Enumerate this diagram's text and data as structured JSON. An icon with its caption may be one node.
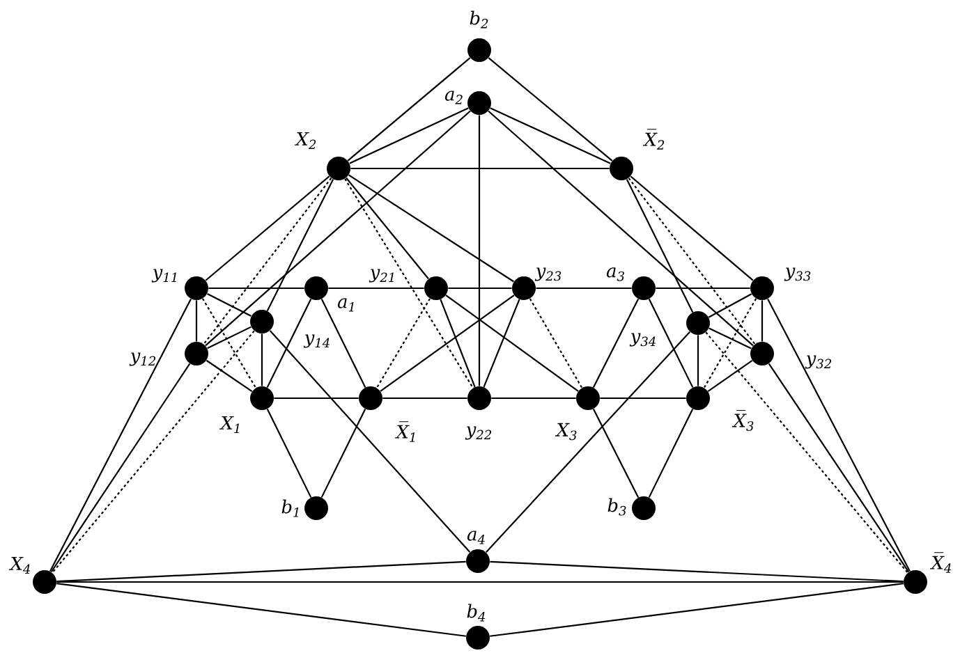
{
  "diagram": {
    "nodes": [
      {
        "text": [],
        "shape": "circle",
        "beside": [
          "b$_{2}$"
        ]
      },
      {
        "text": [],
        "shape": "circle",
        "beside": [
          "a$_{2}$"
        ]
      },
      {
        "text": [],
        "shape": "circle",
        "beside": [
          "X$_{2}$"
        ]
      },
      {
        "text": [],
        "shape": "circle",
        "beside": [
          "X̅$_{2}$"
        ]
      },
      {
        "text": [],
        "shape": "circle",
        "beside": [
          "y$_{11}$"
        ]
      },
      {
        "text": [],
        "shape": "circle",
        "beside": [
          "a$_{1}$"
        ]
      },
      {
        "text": [],
        "shape": "circle",
        "beside": [
          "y$_{21}$"
        ]
      },
      {
        "text": [],
        "shape": "circle",
        "beside": [
          "y$_{23}$"
        ]
      },
      {
        "text": [],
        "shape": "circle",
        "beside": [
          "a$_{3}$"
        ]
      },
      {
        "text": [],
        "shape": "circle",
        "beside": [
          "y$_{33}$"
        ]
      },
      {
        "text": [],
        "shape": "circle",
        "beside": [
          "y$_{14}$"
        ]
      },
      {
        "text": [],
        "shape": "circle",
        "beside": [
          "y$_{34}$"
        ]
      },
      {
        "text": [],
        "shape": "circle",
        "beside": [
          "y$_{12}$"
        ]
      },
      {
        "text": [],
        "shape": "circle",
        "beside": [
          "y$_{32}$"
        ]
      },
      {
        "text": [],
        "shape": "circle",
        "beside": [
          "X$_{1}$"
        ]
      },
      {
        "text": [],
        "shape": "circle",
        "beside": [
          "X̅$_{1}$"
        ]
      },
      {
        "text": [],
        "shape": "circle",
        "beside": [
          "y$_{22}$"
        ]
      },
      {
        "text": [],
        "shape": "circle",
        "beside": [
          "X$_{3}$"
        ]
      },
      {
        "text": [],
        "shape": "circle",
        "beside": [
          "X̅$_{3}$"
        ]
      },
      {
        "text": [],
        "shape": "circle",
        "beside": [
          "b$_{1}$"
        ]
      },
      {
        "text": [],
        "shape": "circle",
        "beside": [
          "b$_{3}$"
        ]
      },
      {
        "text": [],
        "shape": "circle",
        "beside": [
          "a$_{4}$"
        ]
      },
      {
        "text": [],
        "shape": "circle",
        "beside": [
          "X$_{4}$"
        ]
      },
      {
        "text": [],
        "shape": "circle",
        "beside": [
          "X̅$_{4}$"
        ]
      },
      {
        "text": [],
        "shape": "circle",
        "beside": [
          "b$_{4}$"
        ]
      }
    ],
    "edges": [
      {
        "from": 0,
        "to": 2,
        "arrow": "none"
      },
      {
        "from": 0,
        "to": 3,
        "arrow": "none"
      },
      {
        "from": 1,
        "to": 2,
        "arrow": "none"
      },
      {
        "from": 1,
        "to": 3,
        "arrow": "none"
      },
      {
        "from": 2,
        "to": 3,
        "arrow": "none"
      },
      {
        "from": 1,
        "to": 16,
        "arrow": "none"
      },
      {
        "from": 1,
        "to": 12,
        "arrow": "none"
      },
      {
        "from": 1,
        "to": 13,
        "arrow": "none"
      },
      {
        "from": 2,
        "to": 4,
        "arrow": "none"
      },
      {
        "from": 2,
        "to": 10,
        "arrow": "none"
      },
      {
        "from": 2,
        "to": 12,
        "arrow": "none",
        "style": "dashed"
      },
      {
        "from": 2,
        "to": 6,
        "arrow": "none"
      },
      {
        "from": 2,
        "to": 16,
        "arrow": "none",
        "style": "dashed"
      },
      {
        "from": 2,
        "to": 7,
        "arrow": "none"
      },
      {
        "from": 3,
        "to": 9,
        "arrow": "none"
      },
      {
        "from": 3,
        "to": 11,
        "arrow": "none"
      },
      {
        "from": 3,
        "to": 13,
        "arrow": "none",
        "style": "dashed"
      },
      {
        "from": 4,
        "to": 5,
        "arrow": "none"
      },
      {
        "from": 5,
        "to": 6,
        "arrow": "none"
      },
      {
        "from": 6,
        "to": 7,
        "arrow": "none"
      },
      {
        "from": 7,
        "to": 8,
        "arrow": "none"
      },
      {
        "from": 8,
        "to": 9,
        "arrow": "none"
      },
      {
        "from": 4,
        "to": 12,
        "arrow": "none"
      },
      {
        "from": 4,
        "to": 10,
        "arrow": "none"
      },
      {
        "from": 4,
        "to": 14,
        "arrow": "none",
        "style": "dashed"
      },
      {
        "from": 4,
        "to": 22,
        "arrow": "none"
      },
      {
        "from": 5,
        "to": 14,
        "arrow": "none"
      },
      {
        "from": 5,
        "to": 15,
        "arrow": "none"
      },
      {
        "from": 6,
        "to": 16,
        "arrow": "none"
      },
      {
        "from": 6,
        "to": 15,
        "arrow": "none",
        "style": "dashed"
      },
      {
        "from": 6,
        "to": 17,
        "arrow": "none"
      },
      {
        "from": 7,
        "to": 16,
        "arrow": "none"
      },
      {
        "from": 7,
        "to": 15,
        "arrow": "none"
      },
      {
        "from": 7,
        "to": 17,
        "arrow": "none",
        "style": "dashed"
      },
      {
        "from": 8,
        "to": 17,
        "arrow": "none"
      },
      {
        "from": 8,
        "to": 18,
        "arrow": "none"
      },
      {
        "from": 9,
        "to": 13,
        "arrow": "none"
      },
      {
        "from": 9,
        "to": 11,
        "arrow": "none"
      },
      {
        "from": 9,
        "to": 18,
        "arrow": "none",
        "style": "dashed"
      },
      {
        "from": 9,
        "to": 23,
        "arrow": "none"
      },
      {
        "from": 10,
        "to": 12,
        "arrow": "none"
      },
      {
        "from": 10,
        "to": 14,
        "arrow": "none"
      },
      {
        "from": 10,
        "to": 21,
        "arrow": "none"
      },
      {
        "from": 10,
        "to": 22,
        "arrow": "none",
        "style": "dashed"
      },
      {
        "from": 11,
        "to": 13,
        "arrow": "none"
      },
      {
        "from": 11,
        "to": 18,
        "arrow": "none"
      },
      {
        "from": 11,
        "to": 21,
        "arrow": "none"
      },
      {
        "from": 11,
        "to": 23,
        "arrow": "none",
        "style": "dashed"
      },
      {
        "from": 12,
        "to": 14,
        "arrow": "none"
      },
      {
        "from": 12,
        "to": 22,
        "arrow": "none"
      },
      {
        "from": 13,
        "to": 18,
        "arrow": "none"
      },
      {
        "from": 13,
        "to": 23,
        "arrow": "none"
      },
      {
        "from": 14,
        "to": 15,
        "arrow": "none"
      },
      {
        "from": 15,
        "to": 16,
        "arrow": "none"
      },
      {
        "from": 16,
        "to": 17,
        "arrow": "none"
      },
      {
        "from": 17,
        "to": 18,
        "arrow": "none"
      },
      {
        "from": 14,
        "to": 19,
        "arrow": "none"
      },
      {
        "from": 15,
        "to": 19,
        "arrow": "none"
      },
      {
        "from": 17,
        "to": 20,
        "arrow": "none"
      },
      {
        "from": 18,
        "to": 20,
        "arrow": "none"
      },
      {
        "from": 21,
        "to": 22,
        "arrow": "none"
      },
      {
        "from": 21,
        "to": 23,
        "arrow": "none"
      },
      {
        "from": 22,
        "to": 23,
        "arrow": "none"
      },
      {
        "from": 22,
        "to": 24,
        "arrow": "none"
      },
      {
        "from": 23,
        "to": 24,
        "arrow": "none"
      }
    ]
  }
}
